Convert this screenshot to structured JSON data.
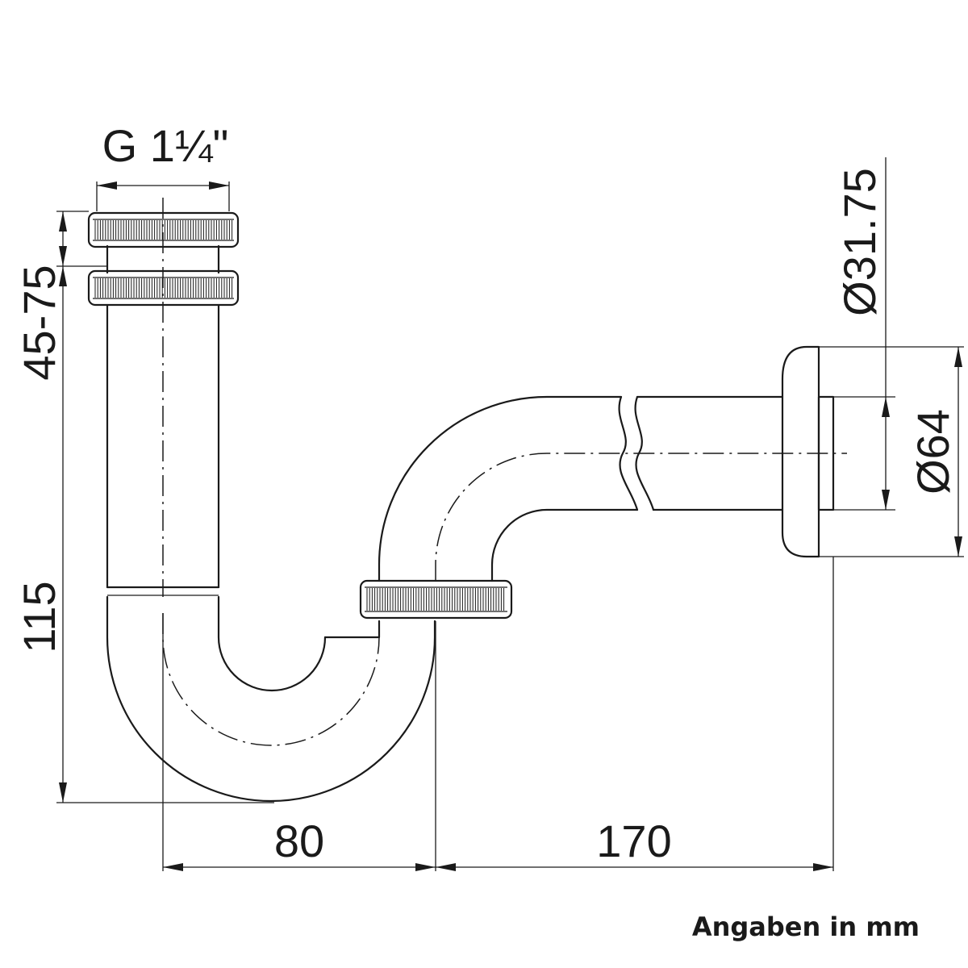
{
  "dimensions": {
    "thread": "G 1¼\"",
    "tube_length_range": "45-75",
    "trap_height": "115",
    "offset_horizontal": "80",
    "outlet_length": "170",
    "outlet_diameter": "Ø31.75",
    "rosette_diameter": "Ø64"
  },
  "note": "Angaben in mm"
}
